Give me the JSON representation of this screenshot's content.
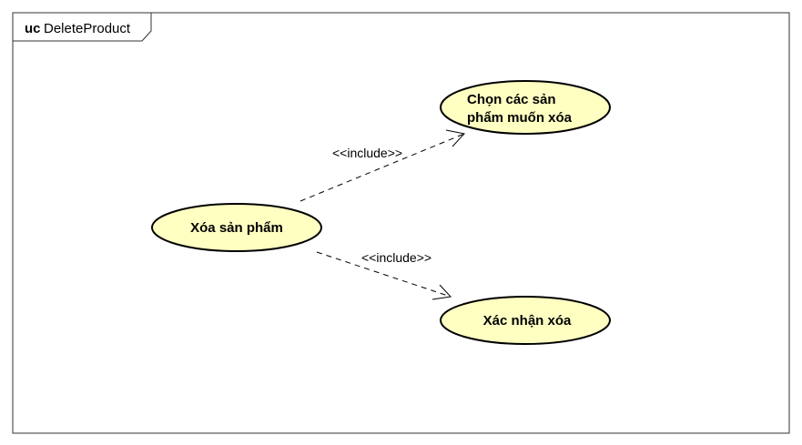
{
  "frame": {
    "keyword": "uc",
    "name": "DeleteProduct"
  },
  "colors": {
    "usecase_fill": "#ffffc2",
    "stroke": "#000000",
    "frame_stroke": "#333333"
  },
  "use_cases": {
    "delete_product": {
      "lines": [
        "Xóa sản phẩm"
      ]
    },
    "select_products": {
      "lines": [
        "Chọn các sản",
        "phẩm muốn xóa"
      ]
    },
    "confirm_delete": {
      "lines": [
        "Xác nhận xóa"
      ]
    }
  },
  "relations": {
    "include_select": {
      "stereotype": "<<include>>"
    },
    "include_confirm": {
      "stereotype": "<<include>>"
    }
  }
}
